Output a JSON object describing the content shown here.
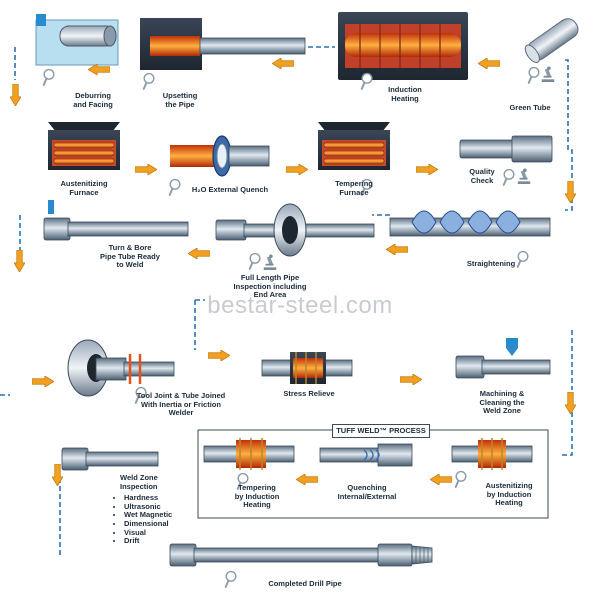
{
  "watermark": "bestar-steel.com",
  "process_box_title": "TUFF WELD™ PROCESS",
  "steps": {
    "green_tube": "Green Tube",
    "induction_heating": "Induction\nHeating",
    "upsetting": "Upsetting\nthe Pipe",
    "deburring": "Deburring\nand Facing",
    "austenitizing_furnace": "Austenitizing\nFurnace",
    "external_quench": "H₂O External Quench",
    "tempering_furnace": "Tempering\nFurnace",
    "quality_check": "Quality\nCheck",
    "turn_bore": "Turn & Bore\nPipe Tube Ready\nto Weld",
    "full_length_inspection": "Full Length Pipe\nInspection including\nEnd Area",
    "straightening": "Straightening",
    "tool_joint": "Tool Joint & Tube Joined\nWith Inertia or Friction\nWelder",
    "stress_relieve": "Stress Relieve",
    "machining": "Machining &\nCleaning the\nWeld Zone",
    "austenitizing_induction": "Austenitizing\nby Induction\nHeating",
    "quenching": "Quenching\nInternal/External",
    "tempering_induction": "Tempering\nby Induction\nHeating",
    "completed": "Completed Drill Pipe"
  },
  "weld_zone": {
    "title": "Weld Zone\nInspection",
    "items": [
      "Hardness",
      "Ultrasonic",
      "Wet Magnetic",
      "Dimensional",
      "Visual",
      "Drift"
    ]
  },
  "colors": {
    "flow_line": "#2a6fb5",
    "arrow_fill": "#f2a020",
    "pipe_dark": "#5a6e80",
    "pipe_light": "#c9d6e2",
    "hot": "#e8501a",
    "furnace": "#2a3340"
  }
}
